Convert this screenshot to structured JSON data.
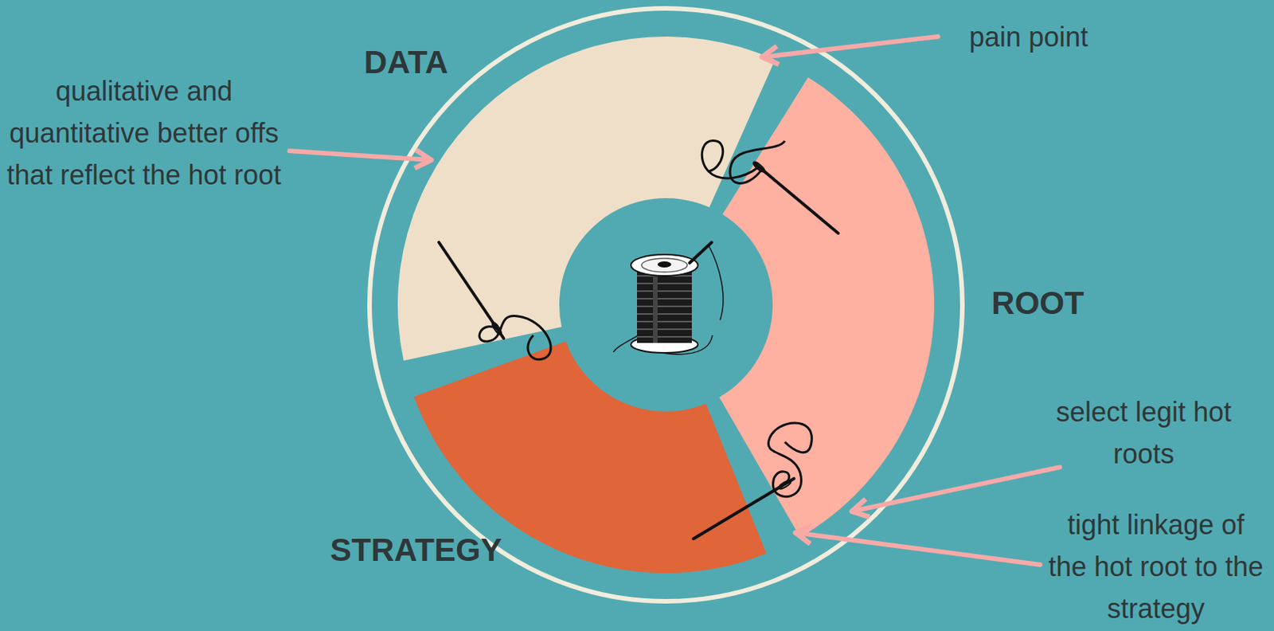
{
  "diagram": {
    "nodes": [
      {
        "text": [
          "DATA"
        ]
      },
      {
        "text": [
          "ROOT"
        ]
      },
      {
        "text": [
          "STRATEGY"
        ]
      }
    ],
    "labels": [
      "qualitative and quantitative better offs that reflect the hot root",
      "pain point",
      "select legit hot roots",
      "tight linkage of the hot root to the strategy"
    ]
  }
}
